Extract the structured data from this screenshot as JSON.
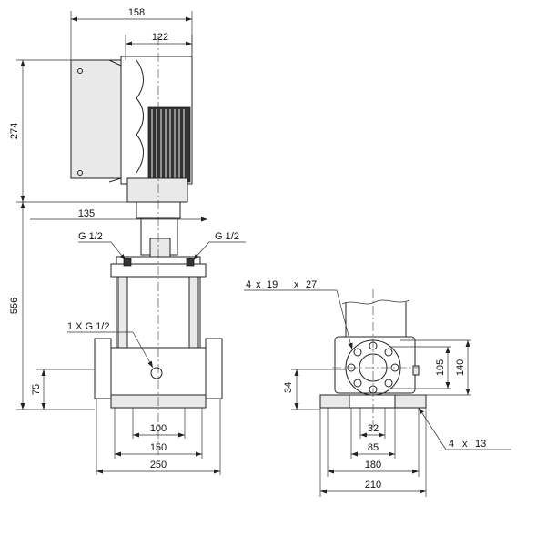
{
  "front_view": {
    "dims": {
      "motor_width": "158",
      "motor_mount_width": "122",
      "motor_height": "274",
      "base_offset": "135",
      "total_height": "556",
      "inlet_height": "75",
      "base_inner": "100",
      "base_holes": "150",
      "base_width": "250"
    },
    "labels": {
      "port_left": "G 1/2",
      "port_right": "G 1/2",
      "drain_port": "1 X G 1/2"
    }
  },
  "side_view": {
    "dims": {
      "flange_count": "4",
      "flange_x": "x",
      "flange_bolt": "19",
      "flange_x2": "x",
      "flange_bolt_len": "27",
      "flange_pcd": "105",
      "flange_od": "140",
      "flange_height": "34",
      "bore": "32",
      "hole_spacing": "85",
      "base_holes": "180",
      "base_width": "210",
      "base_hole_count": "4",
      "base_hole_x": "x",
      "base_hole_dia": "13"
    }
  },
  "colors": {
    "line": "#222222",
    "fill": "#e9e9e9"
  }
}
